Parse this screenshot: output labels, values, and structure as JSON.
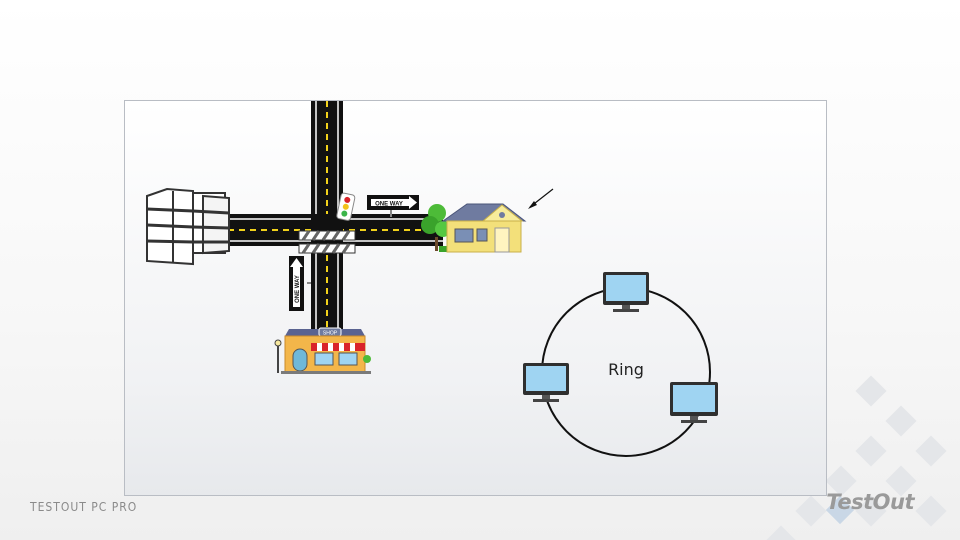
{
  "diagram": {
    "ring_label": "Ring",
    "oneway_sign_horizontal": "ONE WAY",
    "oneway_sign_vertical": "ONE WAY",
    "shop_sign": "SHOP"
  },
  "footer": {
    "left_text": "TESTOUT PC PRO",
    "logo_text": "TestOut"
  },
  "colors": {
    "road": "#111111",
    "lane_marking": "#f2d21b",
    "house_wall": "#f3e07a",
    "house_roof": "#6f7ba0",
    "shop_awning_red": "#d9232a",
    "shop_wall": "#f3b64a",
    "monitor_screen": "#9fd4f2",
    "ring_line": "#111111"
  }
}
